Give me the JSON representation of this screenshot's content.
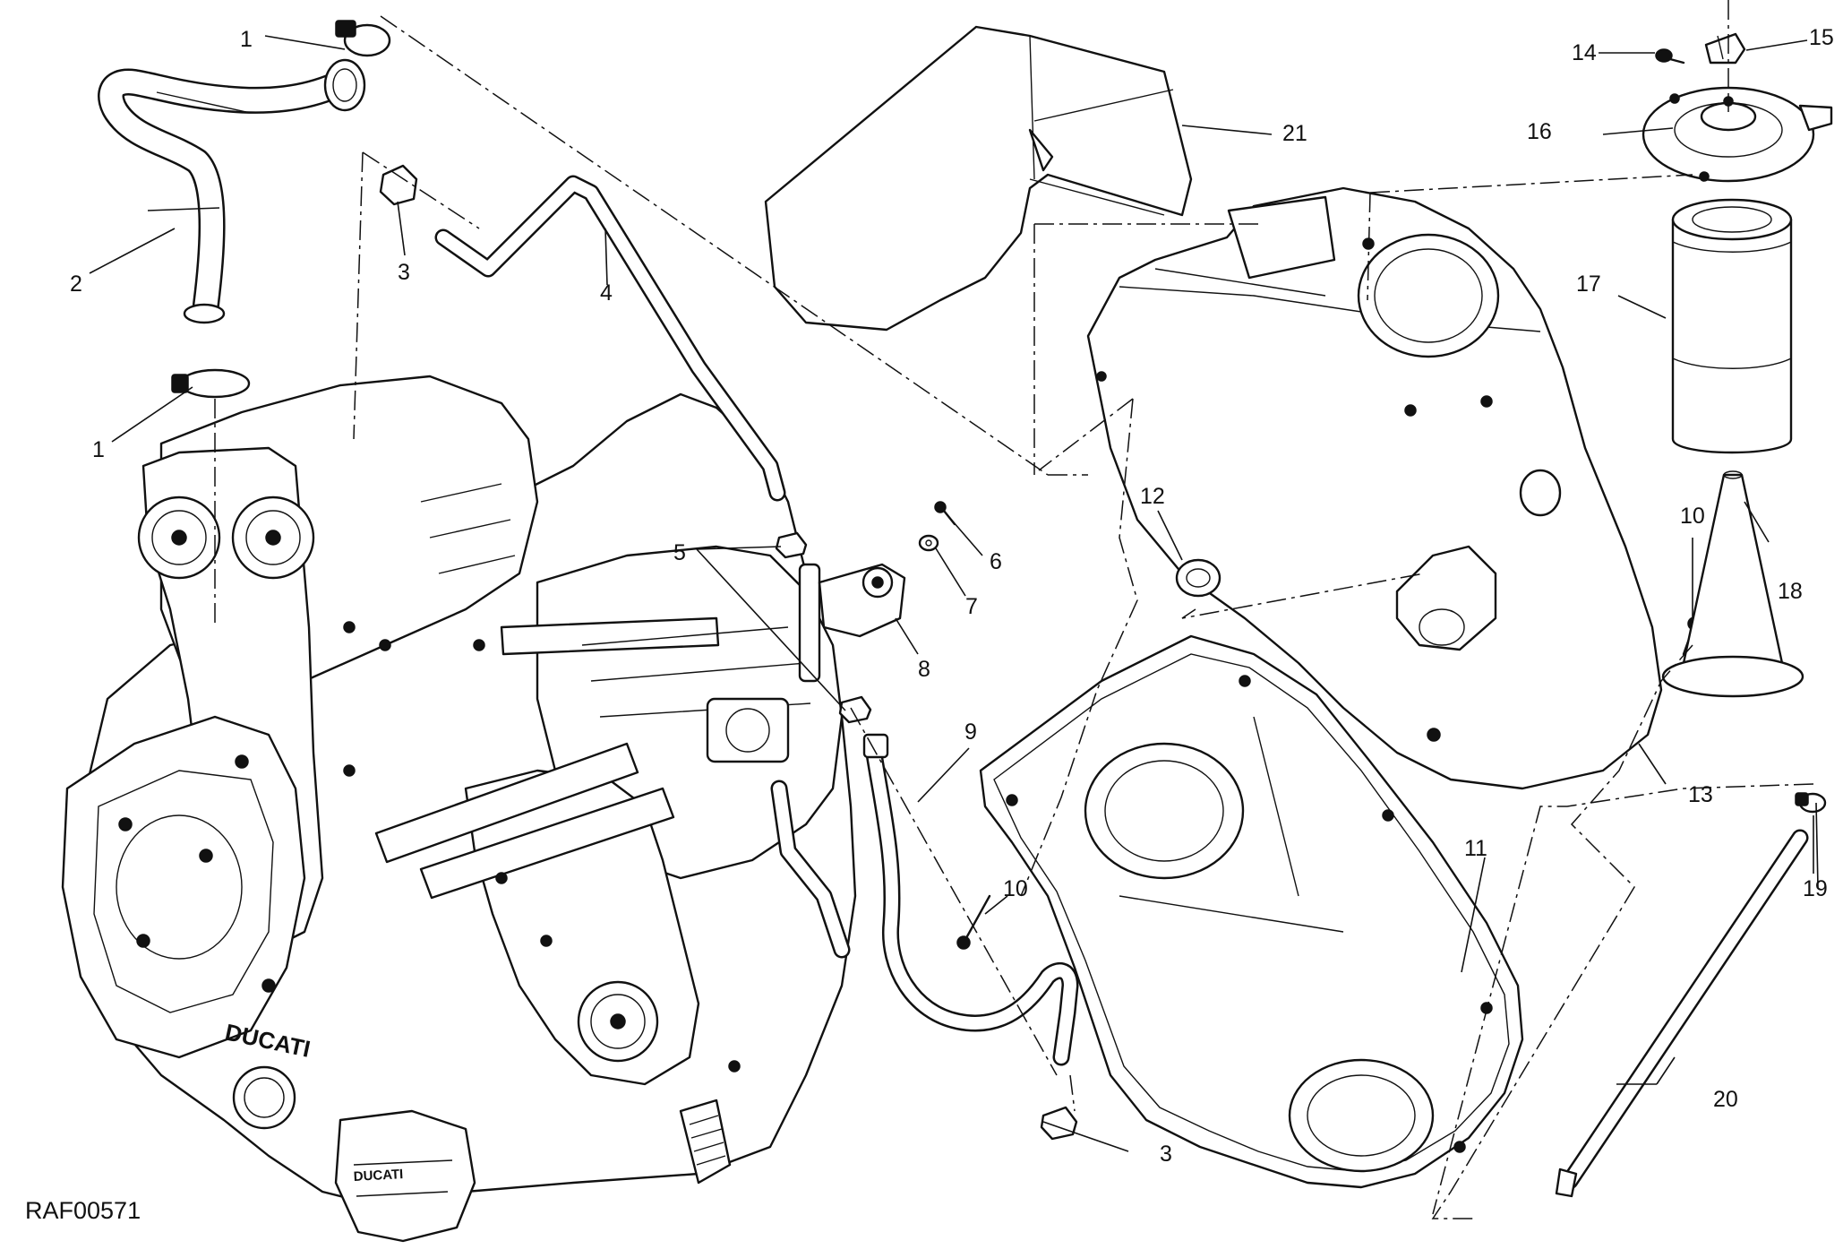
{
  "diagram": {
    "doc_code": "RAF00571",
    "callouts": [
      "1",
      "1",
      "2",
      "3",
      "3",
      "4",
      "5",
      "6",
      "7",
      "8",
      "9",
      "10",
      "10",
      "11",
      "12",
      "13",
      "14",
      "15",
      "16",
      "17",
      "18",
      "19",
      "20",
      "21"
    ],
    "brand_text": [
      "DUCATI",
      "DUCATI"
    ]
  }
}
